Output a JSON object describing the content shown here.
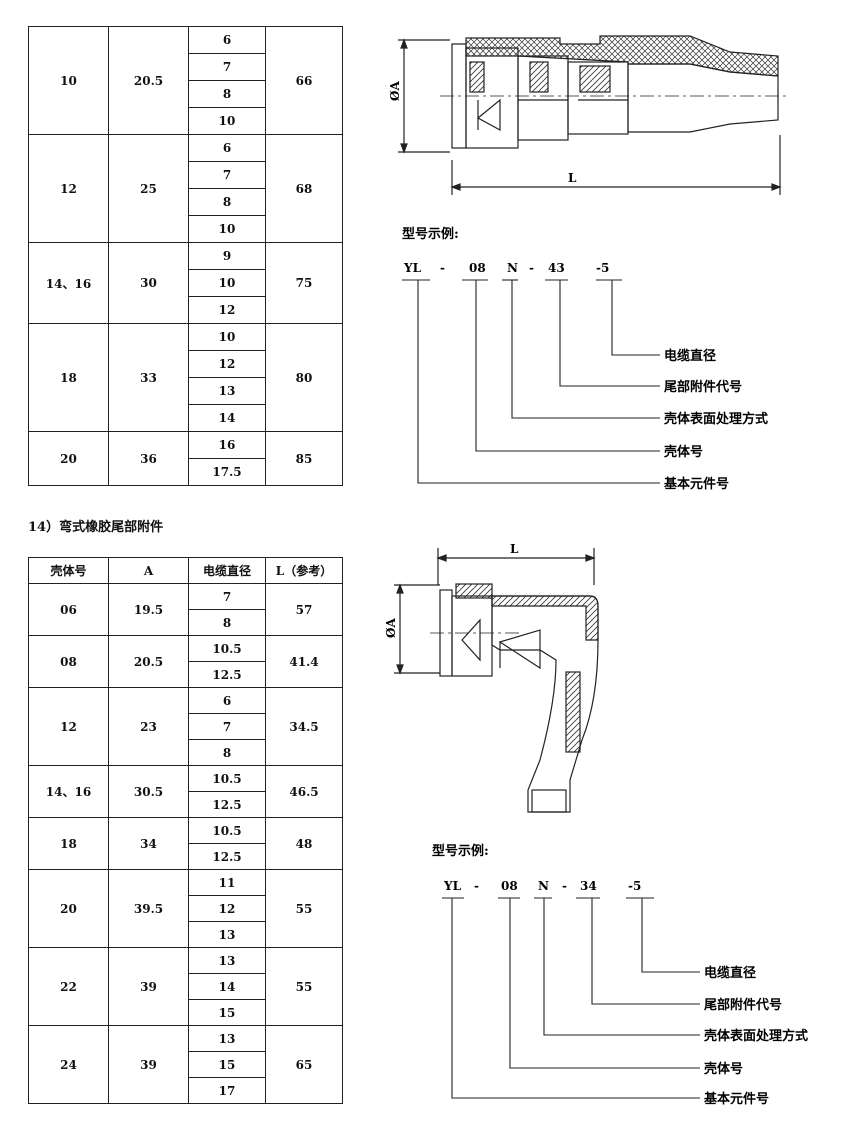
{
  "table1": {
    "groups": [
      {
        "shell": "10",
        "a": "20.5",
        "cables": [
          "6",
          "7",
          "8",
          "10"
        ],
        "l": "66"
      },
      {
        "shell": "12",
        "a": "25",
        "cables": [
          "6",
          "7",
          "8",
          "10"
        ],
        "l": "68"
      },
      {
        "shell": "14、16",
        "a": "30",
        "cables": [
          "9",
          "10",
          "12"
        ],
        "l": "75"
      },
      {
        "shell": "18",
        "a": "33",
        "cables": [
          "10",
          "12",
          "13",
          "14"
        ],
        "l": "80"
      },
      {
        "shell": "20",
        "a": "36",
        "cables": [
          "16",
          "17.5"
        ],
        "l": "85"
      }
    ]
  },
  "section2": {
    "heading": "14）弯式橡胶尾部附件"
  },
  "table2": {
    "headers": [
      "壳体号",
      "A",
      "电缆直径",
      "L（参考）"
    ],
    "groups": [
      {
        "shell": "06",
        "a": "19.5",
        "cables": [
          "7",
          "8"
        ],
        "l": "57"
      },
      {
        "shell": "08",
        "a": "20.5",
        "cables": [
          "10.5",
          "12.5"
        ],
        "l": "41.4"
      },
      {
        "shell": "12",
        "a": "23",
        "cables": [
          "6",
          "7",
          "8"
        ],
        "l": "34.5"
      },
      {
        "shell": "14、16",
        "a": "30.5",
        "cables": [
          "10.5",
          "12.5"
        ],
        "l": "46.5"
      },
      {
        "shell": "18",
        "a": "34",
        "cables": [
          "10.5",
          "12.5"
        ],
        "l": "48"
      },
      {
        "shell": "20",
        "a": "39.5",
        "cables": [
          "11",
          "12",
          "13"
        ],
        "l": "55"
      },
      {
        "shell": "22",
        "a": "39",
        "cables": [
          "13",
          "14",
          "15"
        ],
        "l": "55"
      },
      {
        "shell": "24",
        "a": "39",
        "cables": [
          "13",
          "15",
          "17"
        ],
        "l": "65"
      }
    ]
  },
  "drawing1": {
    "dim_a": "ØA",
    "dim_l": "L"
  },
  "drawing2": {
    "dim_a": "ØA",
    "dim_l": "L"
  },
  "example1": {
    "title": "型号示例:",
    "parts": [
      "YL",
      "-",
      "08",
      "N",
      "-",
      "43",
      "-5"
    ],
    "legend": [
      "电缆直径",
      "尾部附件代号",
      "壳体表面处理方式",
      "壳体号",
      "基本元件号"
    ]
  },
  "example2": {
    "title": "型号示例:",
    "parts": [
      "YL",
      "-",
      "08",
      "N",
      "-",
      "34",
      "-5"
    ],
    "legend": [
      "电缆直径",
      "尾部附件代号",
      "壳体表面处理方式",
      "壳体号",
      "基本元件号"
    ]
  }
}
